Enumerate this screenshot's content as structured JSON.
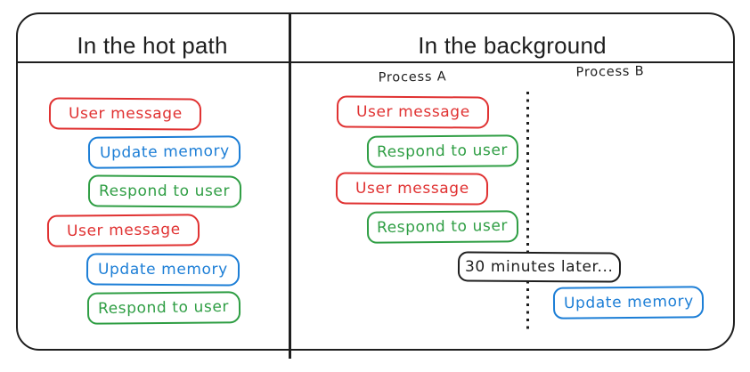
{
  "colors": {
    "red": "#e03131",
    "green": "#2f9e44",
    "blue": "#1c7ed6",
    "ink": "#1e1e1e"
  },
  "left_panel": {
    "title": "In the hot path",
    "boxes": [
      {
        "label": "User message",
        "color": "red"
      },
      {
        "label": "Update memory",
        "color": "blue"
      },
      {
        "label": "Respond to user",
        "color": "green"
      },
      {
        "label": "User message",
        "color": "red"
      },
      {
        "label": "Update memory",
        "color": "blue"
      },
      {
        "label": "Respond to user",
        "color": "green"
      }
    ]
  },
  "right_panel": {
    "title": "In the background",
    "process_a": {
      "label": "Process A",
      "boxes": [
        {
          "label": "User message",
          "color": "red"
        },
        {
          "label": "Respond to user",
          "color": "green"
        },
        {
          "label": "User message",
          "color": "red"
        },
        {
          "label": "Respond to user",
          "color": "green"
        }
      ]
    },
    "process_b": {
      "label": "Process B",
      "boxes": [
        {
          "label": "Update memory",
          "color": "blue"
        }
      ]
    },
    "time_note": {
      "label": "30 minutes later...",
      "color": "ink"
    }
  }
}
